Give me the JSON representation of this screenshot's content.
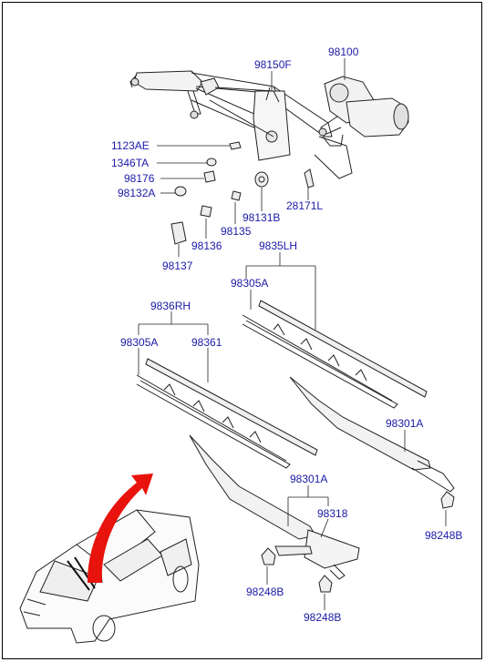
{
  "colors": {
    "label": "#1a1aa6",
    "line": "#222222",
    "arrow": "#e8130c"
  },
  "labels": {
    "p98100": "98100",
    "p98150F": "98150F",
    "p1123AE": "1123AE",
    "p1346TA": "1346TA",
    "p98176": "98176",
    "p98132A": "98132A",
    "p28171L": "28171L",
    "p98131B": "98131B",
    "p98135": "98135",
    "p98136": "98136",
    "p98137": "98137",
    "p9835LH": "9835LH",
    "p98305A_lh": "98305A",
    "p9836RH": "9836RH",
    "p98305A_rh": "98305A",
    "p98361": "98361",
    "p98301A_right": "98301A",
    "p98301A_lower": "98301A",
    "p98318": "98318",
    "p98248B_right": "98248B",
    "p98248B_left": "98248B",
    "p98248B_bottom": "98248B"
  },
  "icons": {
    "wiper_motor": "wiper-motor-icon",
    "linkage": "wiper-linkage-icon",
    "blade": "wiper-blade-icon",
    "arm": "wiper-arm-icon",
    "cap": "pivot-cap-icon",
    "vehicle": "vehicle-icon",
    "arrow": "red-arrow-icon"
  }
}
